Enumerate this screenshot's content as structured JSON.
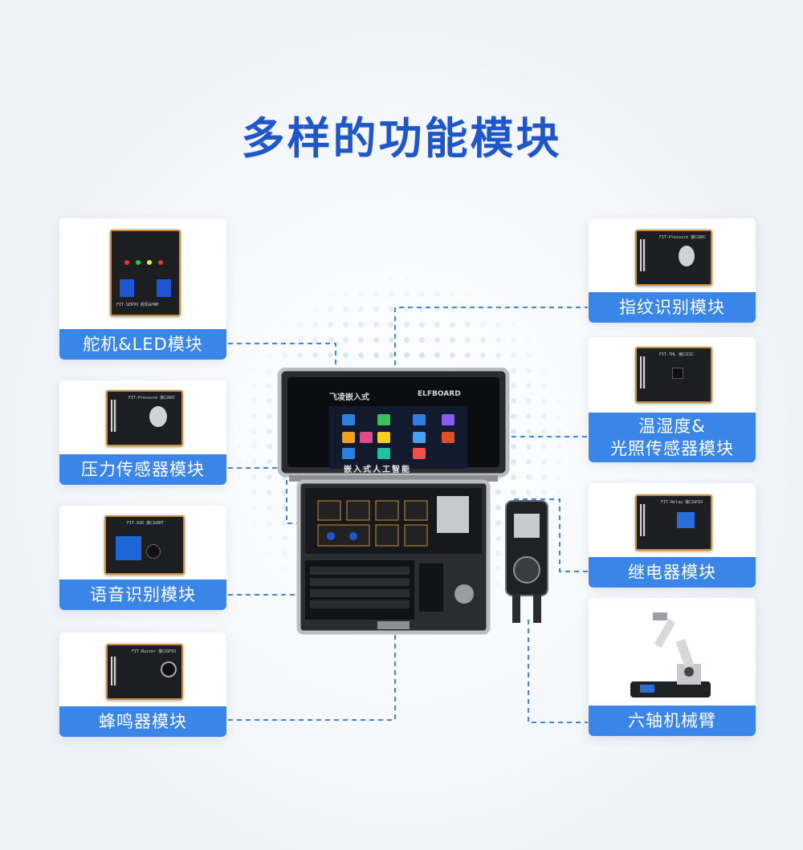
{
  "title": "多样的功能模块",
  "case_screen_text": "嵌入式人工智能",
  "case_brand_left": "飞凌嵌入式",
  "case_brand_right": "ELFBOARD",
  "modules": {
    "servo_led": {
      "label": "舵机&LED模块",
      "board_text": "FIT-SERVO 舵机&PWM"
    },
    "pressure": {
      "label": "压力传感器模块",
      "board_text": "FIT-Pressure 接口ADC"
    },
    "voice": {
      "label": "语音识别模块",
      "board_text": "FIT-ASR 接口UART"
    },
    "buzzer": {
      "label": "蜂鸣器模块",
      "board_text": "FIT-Buzzer 接口GPIO"
    },
    "fingerprint": {
      "label": "指纹识别模块",
      "board_text": "FIT-Pressure 接口ADC"
    },
    "temp_light": {
      "label_line1": "温湿度&",
      "label_line2": "光照传感器模块",
      "board_text": "FIT-THL 接口IIC"
    },
    "relay": {
      "label": "继电器模块",
      "board_text": "FIT-Relay 接口GPIO"
    },
    "robot_arm": {
      "label": "六轴机械臂"
    }
  },
  "colors": {
    "accent": "#3a86e8",
    "title": "#1f57c8"
  }
}
